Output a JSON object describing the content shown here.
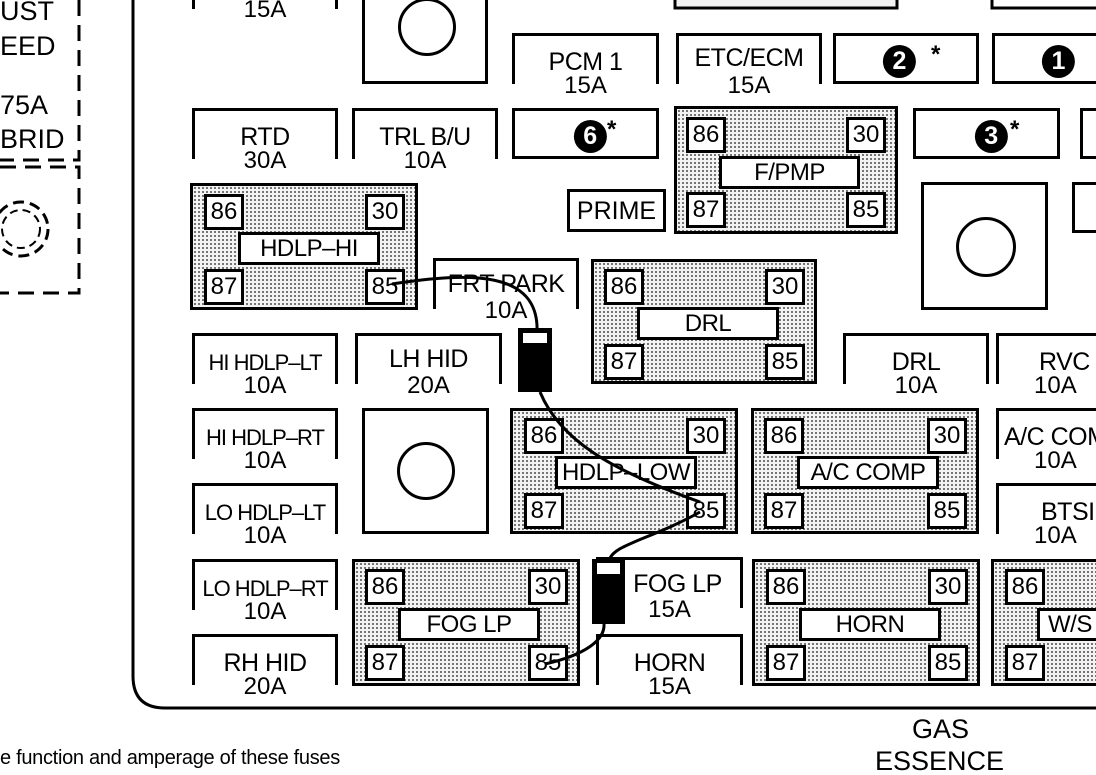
{
  "left_panel": {
    "line1": "UST",
    "line2": "EED",
    "line3": "75A",
    "line4": "BRID"
  },
  "fuses": {
    "top_left_amp": "15A",
    "pcm1": {
      "name": "PCM 1",
      "amp": "15A"
    },
    "etc_ecm": {
      "name": "ETC/ECM",
      "amp": "15A"
    },
    "rtd": {
      "name": "RTD",
      "amp": "30A"
    },
    "trl_bu": {
      "name": "TRL B/U",
      "amp": "10A"
    },
    "frt_park": {
      "name": "FRT PARK",
      "amp": "10A"
    },
    "hi_hdlp_lt": {
      "name": "HI HDLP–LT",
      "amp": "10A"
    },
    "lh_hid": {
      "name": "LH HID",
      "amp": "20A"
    },
    "drl": {
      "name": "DRL",
      "amp": "10A"
    },
    "rvc": {
      "name": "RVC",
      "amp": "10A"
    },
    "hi_hdlp_rt": {
      "name": "HI HDLP–RT",
      "amp": "10A"
    },
    "ac_com": {
      "name": "A/C COM",
      "amp": "10A"
    },
    "lo_hdlp_lt": {
      "name": "LO HDLP–LT",
      "amp": "10A"
    },
    "btsi": {
      "name": "BTSI",
      "amp": "10A"
    },
    "lo_hdlp_rt": {
      "name": "LO HDLP–RT",
      "amp": "10A"
    },
    "fog_lp": {
      "name": "FOG LP",
      "amp": "15A"
    },
    "rh_hid": {
      "name": "RH HID",
      "amp": "20A"
    },
    "horn": {
      "name": "HORN",
      "amp": "15A"
    }
  },
  "numbered": {
    "n2": "2",
    "n1": "1",
    "n6": "6",
    "n3": "3",
    "star": "*"
  },
  "prime": "PRIME",
  "relays": {
    "fpmp": "F/PMP",
    "hdlp_hi": "HDLP–HI",
    "drl": "DRL",
    "hdlp_low": "HDLP–LOW",
    "ac_comp": "A/C COMP",
    "fog_lp": "FOG LP",
    "horn": "HORN",
    "ws": "W/S"
  },
  "pins": {
    "p86": "86",
    "p30": "30",
    "p87": "87",
    "p85": "85"
  },
  "footer": {
    "gas": "GAS",
    "essence": "ESSENCE",
    "note": "e function and amperage of these fuses"
  },
  "colors": {
    "line": "#000000",
    "background": "#ffffff",
    "relay_fill": "#f3f3f3"
  }
}
